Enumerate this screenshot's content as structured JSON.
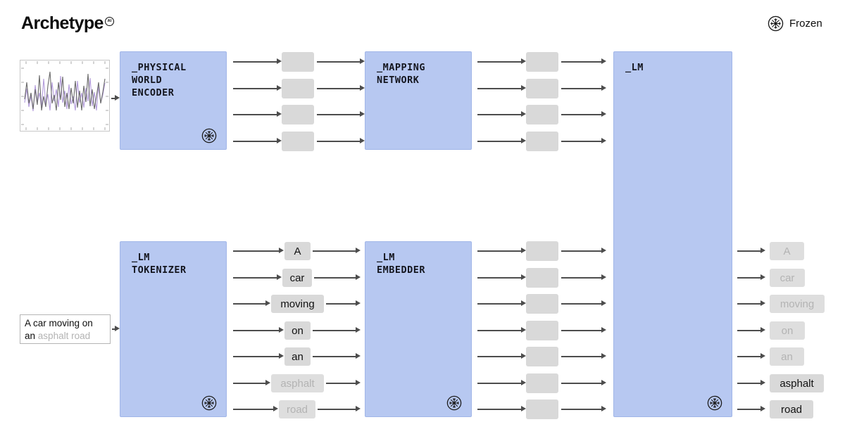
{
  "header": {
    "brand": "Archetype",
    "brand_mark": "AI",
    "legend_label": "Frozen",
    "legend_icon": "snowflake-circle-icon"
  },
  "colors": {
    "block_fill": "#b7c8f1",
    "box_fill": "#d9d9d9",
    "text_primary": "#14161f",
    "text_muted": "#b3b3b3",
    "arrow": "#4d4d4d",
    "border_light": "#c7c7c7",
    "signal_dark": "#6b6b6b",
    "signal_purple": "#b49ddc"
  },
  "blocks": {
    "encoder": {
      "label": "_PHYSICAL\nWORLD\nENCODER",
      "frozen": true
    },
    "mapping": {
      "label": "_MAPPING\nNETWORK",
      "frozen": false
    },
    "lm": {
      "label": "_LM",
      "frozen": true
    },
    "tokenizer": {
      "label": "_LM\nTOKENIZER",
      "frozen": true
    },
    "embedder": {
      "label": "_LM\nEMBEDDER",
      "frozen": true
    }
  },
  "inputs": {
    "signal_chart": "sensor-signal-chart",
    "prompt": {
      "dark_line": "A car moving on",
      "dark_word": "an",
      "muted_words": "asphalt road"
    }
  },
  "tokens": {
    "in": [
      {
        "label": "A",
        "muted": false
      },
      {
        "label": "car",
        "muted": false
      },
      {
        "label": "moving",
        "muted": false
      },
      {
        "label": "on",
        "muted": false
      },
      {
        "label": "an",
        "muted": false
      },
      {
        "label": "asphalt",
        "muted": true
      },
      {
        "label": "road",
        "muted": true
      }
    ],
    "out": [
      {
        "label": "A",
        "muted": true
      },
      {
        "label": "car",
        "muted": true
      },
      {
        "label": "moving",
        "muted": true
      },
      {
        "label": "on",
        "muted": true
      },
      {
        "label": "an",
        "muted": true
      },
      {
        "label": "asphalt",
        "muted": false
      },
      {
        "label": "road",
        "muted": false
      }
    ]
  },
  "lanes": {
    "encoder_to_mapping_vectors": 4,
    "mapping_to_lm_vectors": 4,
    "embedder_to_lm_vectors": 7
  }
}
